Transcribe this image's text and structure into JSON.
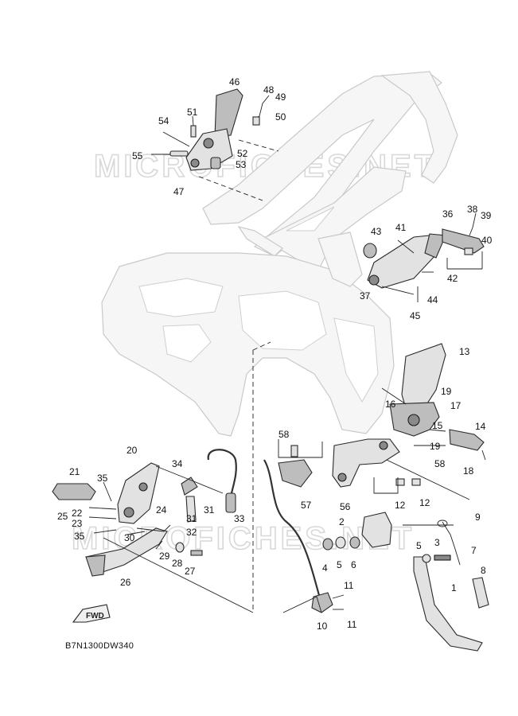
{
  "diagram": {
    "code": "B7N1300DW340",
    "fwd_label": "FWD",
    "watermarks": [
      "MICROFICHES.NET",
      "MICROFICHES.NET"
    ],
    "callouts": [
      "1",
      "2",
      "3",
      "4",
      "5",
      "5",
      "6",
      "7",
      "8",
      "9",
      "10",
      "11",
      "11",
      "12",
      "12",
      "13",
      "14",
      "15",
      "16",
      "17",
      "18",
      "19",
      "19",
      "20",
      "21",
      "22",
      "23",
      "24",
      "25",
      "26",
      "27",
      "28",
      "29",
      "30",
      "31",
      "31",
      "32",
      "33",
      "34",
      "35",
      "35",
      "36",
      "37",
      "38",
      "39",
      "40",
      "41",
      "42",
      "43",
      "44",
      "45",
      "46",
      "47",
      "48",
      "49",
      "50",
      "51",
      "52",
      "53",
      "54",
      "55",
      "56",
      "57",
      "58",
      "58"
    ]
  }
}
